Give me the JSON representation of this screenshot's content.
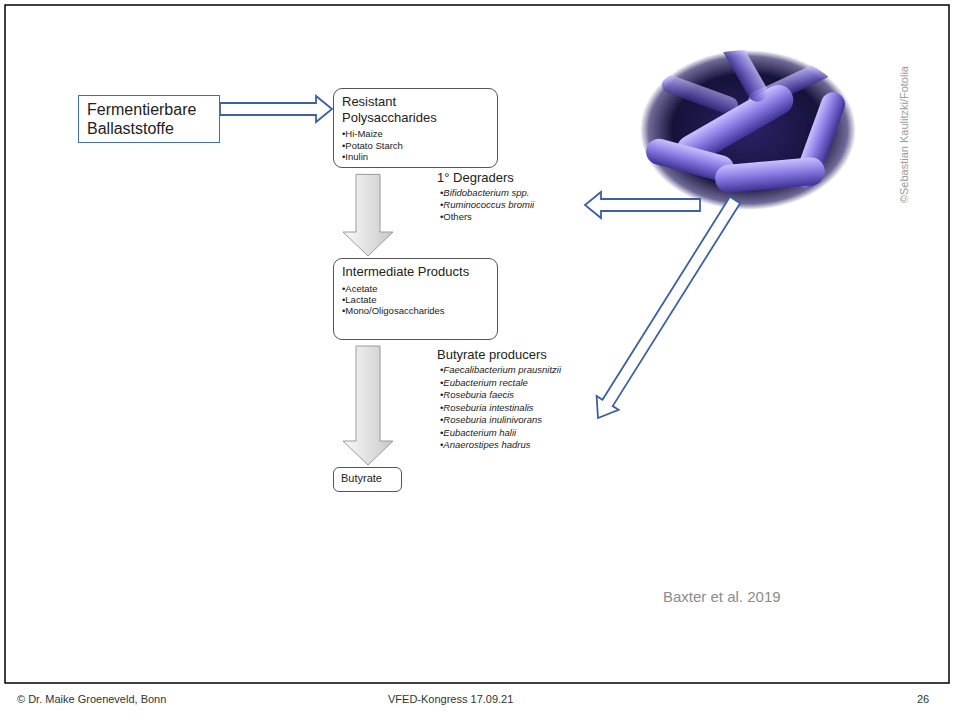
{
  "diagram": {
    "nodes": [
      {
        "text": [
          "Fermentierbare Ballaststoffe"
        ]
      },
      {
        "text": [
          "Resistant Polysaccharides",
          "•Hi-Maize",
          "•Potato Starch",
          "•Inulin"
        ]
      },
      {
        "text": [
          "Intermediate Products",
          "•Acetate",
          "•Lactate",
          "•Mono/Oligosaccharides"
        ]
      },
      {
        "text": [
          "Butyrate"
        ]
      }
    ],
    "edges": [
      {
        "from": 0,
        "to": 1,
        "arrow": "to"
      },
      {
        "from": 1,
        "to": 2,
        "arrow": "to"
      },
      {
        "from": 2,
        "to": 3,
        "arrow": "to"
      }
    ],
    "labels": [
      "1° Degraders",
      "•Bifidobacterium spp.",
      "•Ruminococcus bromii",
      "•Others",
      "Butyrate producers",
      "•Faecalibacterium prausnitzii",
      "•Eubacterium rectale",
      "•Roseburia faecis",
      "•Roseburia intestinalis",
      "•Roseburia inulinivorans",
      "•Eubacterium halii",
      "•Anaerostipes hadrus",
      "©Sebastian Kaulitzki/Fotolia",
      "Baxter et al. 2019",
      "© Dr. Maike Groeneveld, Bonn",
      "VFED-Kongress 17.09.21",
      "26"
    ]
  }
}
